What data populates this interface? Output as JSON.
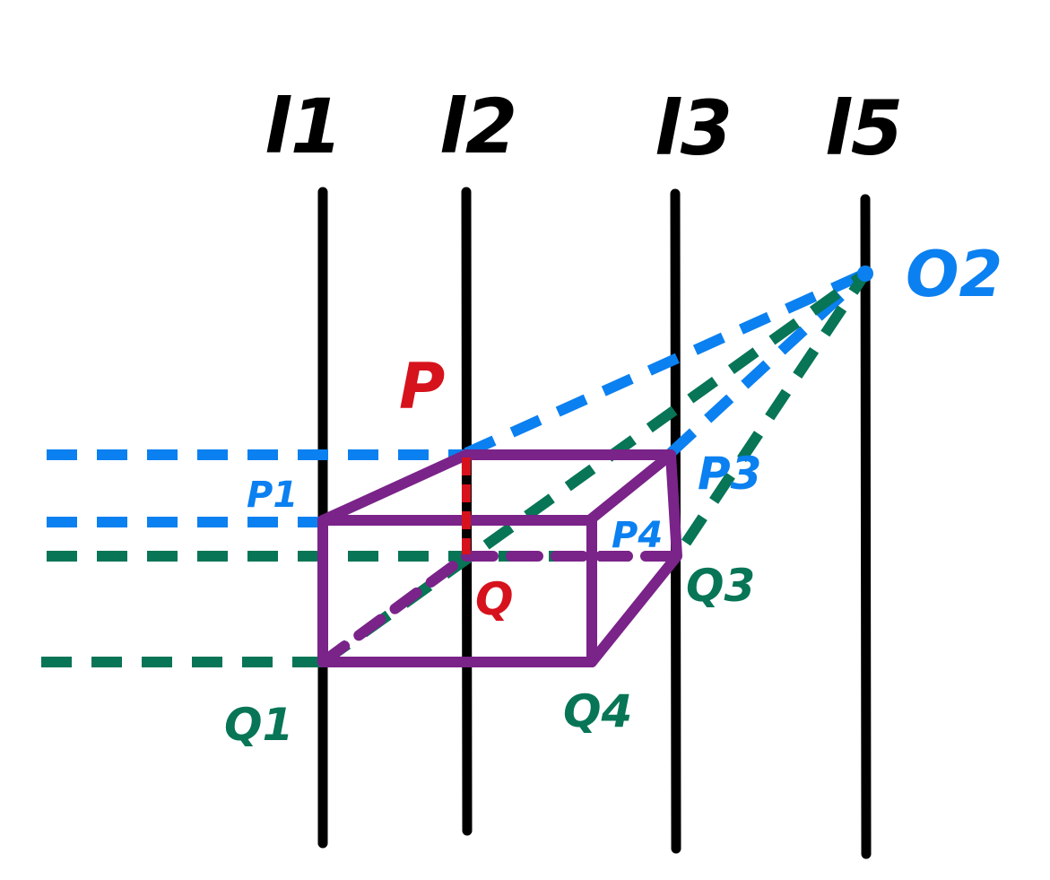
{
  "colors": {
    "lines": "#000000",
    "projection_p": "#0b80f0",
    "projection_q": "#077556",
    "box": "#7a2389",
    "segment": "#d6121c"
  },
  "labels": {
    "l1": "l1",
    "l2": "l2",
    "l3": "l3",
    "l5": "l5",
    "O2": "O2",
    "P": "P",
    "Q": "Q",
    "P1": "P1",
    "P3": "P3",
    "P4": "P4",
    "Q1": "Q1",
    "Q3": "Q3",
    "Q4": "Q4"
  }
}
